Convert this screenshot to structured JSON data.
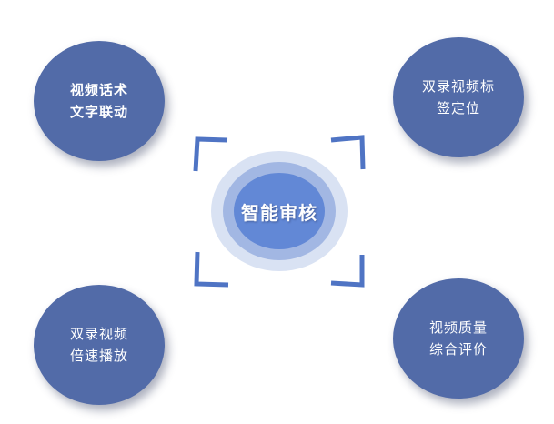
{
  "diagram": {
    "center": {
      "label": "智能审核"
    },
    "nodes": [
      {
        "id": "tl",
        "line1": "视频话术",
        "line2": "文字联动",
        "bold": true
      },
      {
        "id": "tr",
        "line1": "双录视频标",
        "line2": "签定位",
        "bold": false
      },
      {
        "id": "bl",
        "line1": "双录视频",
        "line2": "倍速播放",
        "bold": false
      },
      {
        "id": "br",
        "line1": "视频质量",
        "line2": "综合评价",
        "bold": false
      }
    ]
  },
  "colors": {
    "node_fill": "#526ba8",
    "bracket": "#4f74c4",
    "center_outer": "#d7e0f2",
    "center_mid": "#a2b7e3",
    "center_inner": "#6288d6",
    "text": "#ffffff"
  }
}
